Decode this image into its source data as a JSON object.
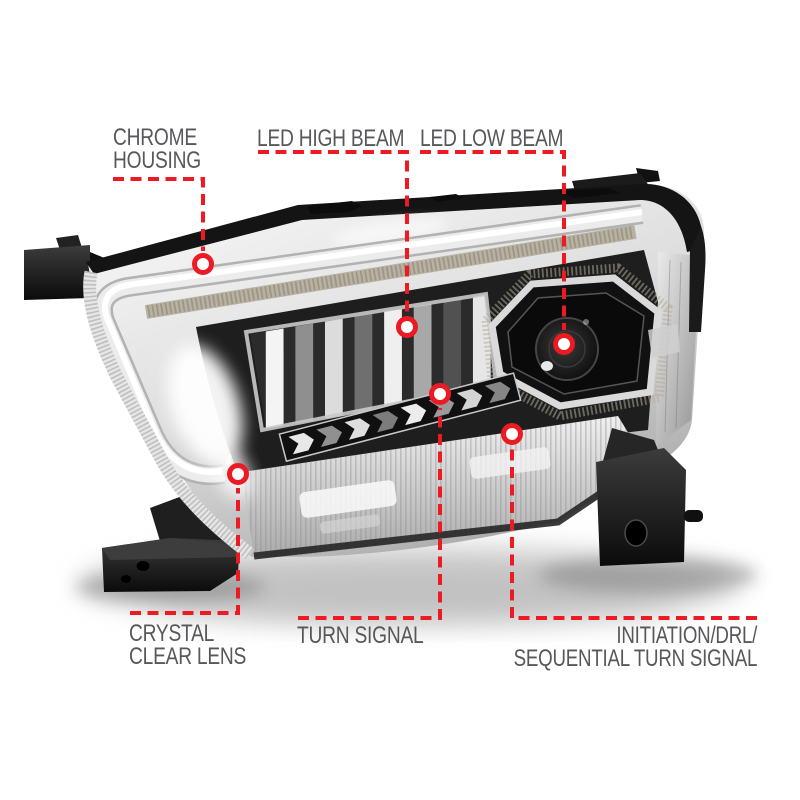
{
  "diagram": {
    "type": "annotated-product-callouts",
    "subject": "Full LED projector headlight with chrome housing, three-quarter view, with mounting brackets",
    "accent_color": "#ec1b23",
    "label_color": "#57585b",
    "background_color": "#ffffff",
    "callouts": {
      "chrome_housing": {
        "lines": [
          "CHROME",
          "HOUSING"
        ]
      },
      "led_high_beam": {
        "label": "LED HIGH BEAM"
      },
      "led_low_beam": {
        "label": "LED LOW BEAM"
      },
      "crystal_clear_lens": {
        "lines": [
          "CRYSTAL",
          "CLEAR LENS"
        ]
      },
      "turn_signal": {
        "label": "TURN SIGNAL"
      },
      "initiation_drl": {
        "lines": [
          "INITIATION/DRL/",
          "SEQUENTIAL TURN SIGNAL"
        ]
      }
    }
  }
}
